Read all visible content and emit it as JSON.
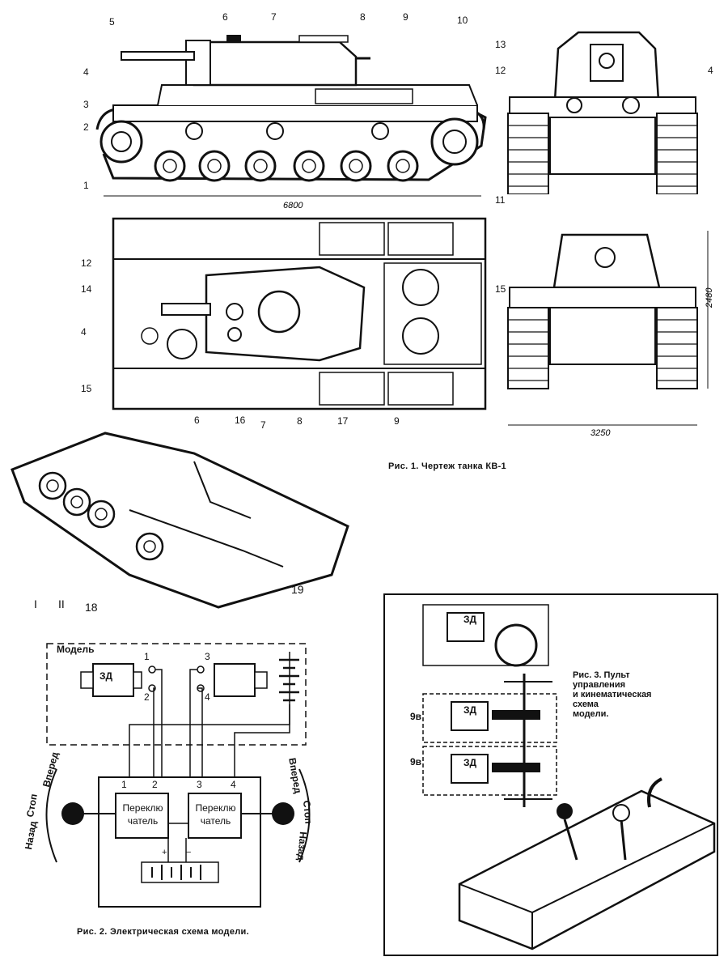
{
  "fig1": {
    "caption": "Рис. 1. Чертеж танка КВ-1",
    "dim_length": "6800",
    "dim_width": "3250",
    "dim_height": "2480",
    "side_labels": [
      "1",
      "2",
      "3",
      "4",
      "5",
      "6",
      "7",
      "8",
      "9",
      "10",
      "11"
    ],
    "front_labels": [
      "13",
      "12",
      "4"
    ],
    "top_labels": [
      "12",
      "14",
      "4",
      "15",
      "15",
      "6",
      "16",
      "7",
      "8",
      "17",
      "9"
    ]
  },
  "iso": {
    "labels": [
      "I",
      "II",
      "18",
      "19"
    ]
  },
  "fig2": {
    "caption": "Рис. 2. Электрическая схема модели.",
    "model_label": "Модель",
    "motor_label": "ЗД",
    "switch_label_1": "Переклю чатель",
    "switch_line1": "Переклю",
    "switch_line2": "чатель",
    "terminals": [
      "1",
      "2",
      "3",
      "4"
    ],
    "left_arc": [
      "Назад",
      "Стоп",
      "Вперед"
    ],
    "right_arc": [
      "Вперед",
      "Стоп",
      "Назад"
    ],
    "plus": "+",
    "minus": "−"
  },
  "fig3": {
    "caption_lines": [
      "Рис. 3. Пульт",
      "управления",
      "и кинематическая",
      "схема",
      "модели."
    ],
    "motor_label": "ЗД",
    "labels": [
      "9в",
      "9в"
    ]
  }
}
